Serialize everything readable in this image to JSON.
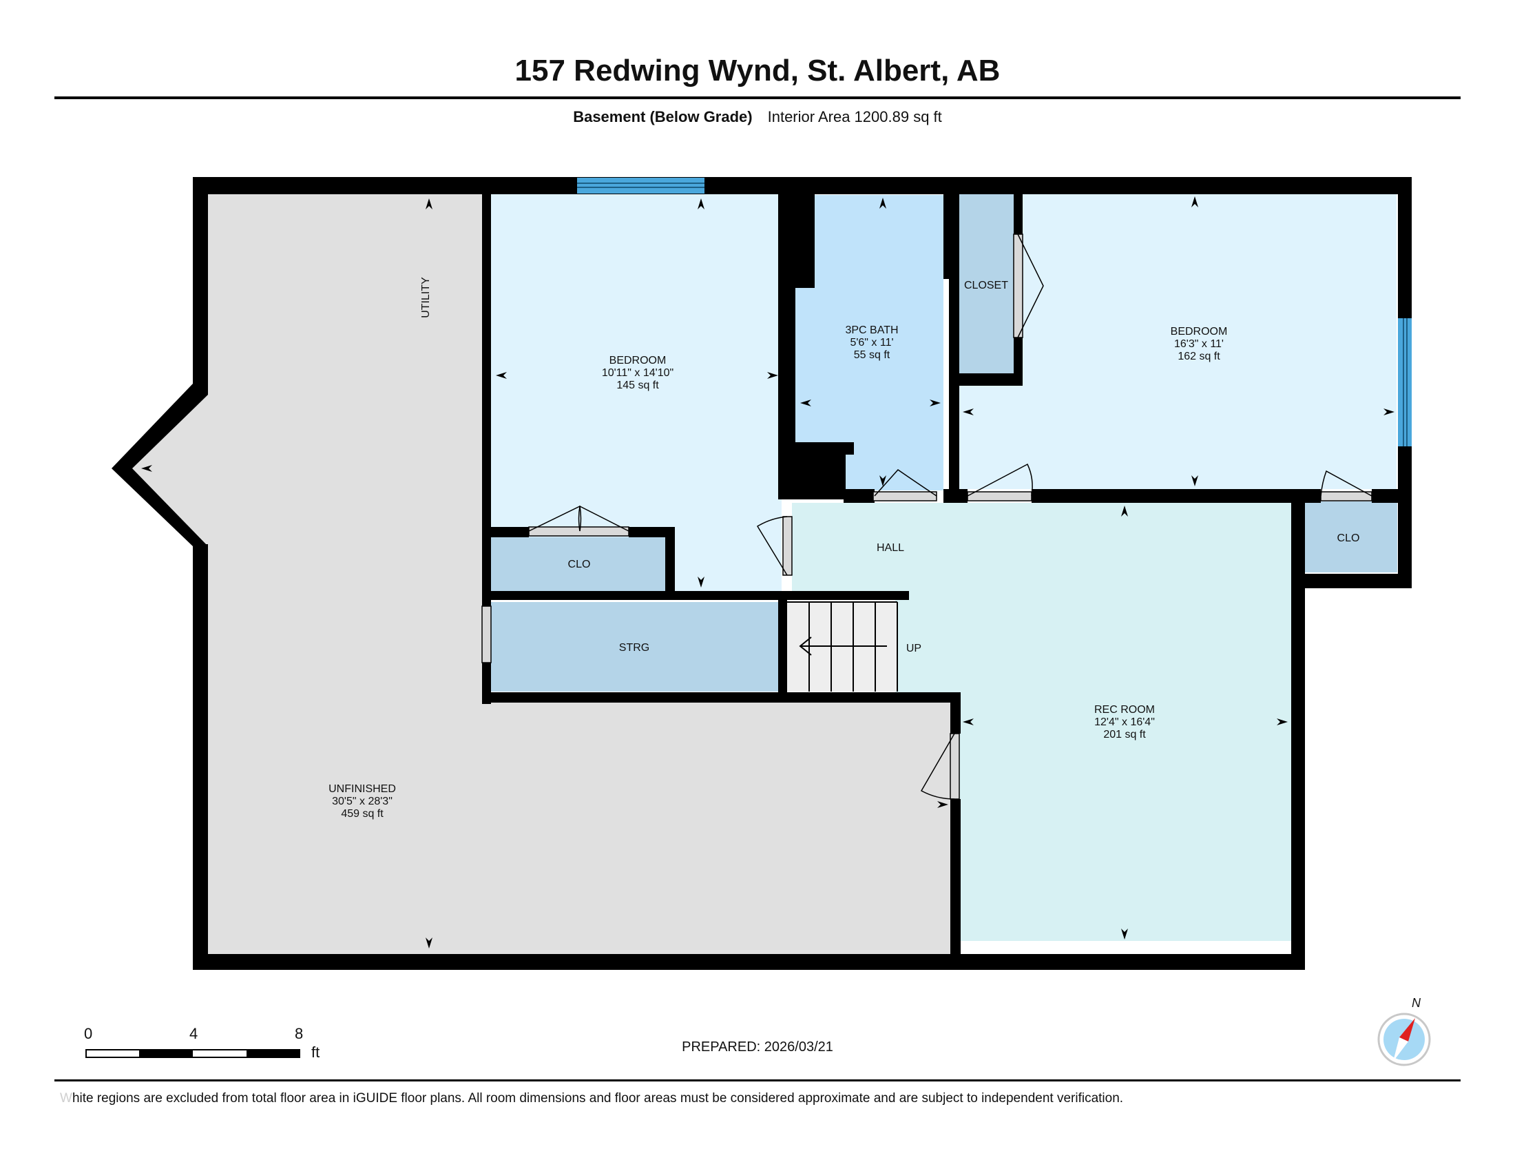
{
  "title": "157 Redwing Wynd, St. Albert, AB",
  "level": {
    "name": "Basement (Below Grade)",
    "interior_area": "Interior Area 1200.89 sq ft"
  },
  "rooms": {
    "utility": {
      "name": "UTILITY"
    },
    "bedroom1": {
      "name": "BEDROOM",
      "dims": "10'11\" x 14'10\"",
      "area": "145 sq ft"
    },
    "bath": {
      "name": "3PC BATH",
      "dims": "5'6\" x 11'",
      "area": "55 sq ft"
    },
    "closet": {
      "name": "CLOSET"
    },
    "bedroom2": {
      "name": "BEDROOM",
      "dims": "16'3\" x 11'",
      "area": "162 sq ft"
    },
    "clo1": {
      "name": "CLO"
    },
    "clo2": {
      "name": "CLO"
    },
    "hall": {
      "name": "HALL"
    },
    "strg": {
      "name": "STRG"
    },
    "up": {
      "name": "UP"
    },
    "rec": {
      "name": "REC ROOM",
      "dims": "12'4\" x 16'4\"",
      "area": "201 sq ft"
    },
    "unfinished": {
      "name": "UNFINISHED",
      "dims": "30'5\" x 28'3\"",
      "area": "459 sq ft"
    }
  },
  "scale_bar": {
    "labels": [
      "0",
      "4",
      "8"
    ],
    "unit": "ft"
  },
  "compass": {
    "label": "N"
  },
  "prepared": "PREPARED: 2026/03/21",
  "disclaimer": {
    "first_letter": "W",
    "text": "hite regions are excluded from total floor area in iGUIDE floor plans. All room dimensions and floor areas must be considered approximate and are subject to independent verification."
  },
  "colors": {
    "wall": "#000000",
    "unfinished": "#e0e0e0",
    "bedroom": "#dff3fd",
    "bath": "#c0e3fa",
    "closet": "#b4d4e8",
    "hall_rec": "#d7f1f3",
    "window": "#4aa7dc",
    "door": "#d9d9d9"
  }
}
